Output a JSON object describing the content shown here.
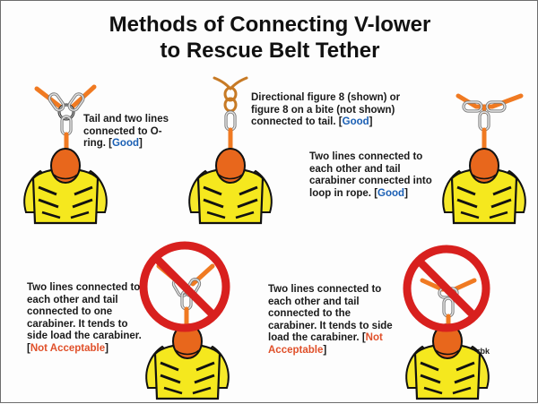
{
  "title": {
    "line1": "Methods of Connecting V-lower",
    "line2": "to Rescue Belt Tether"
  },
  "panels": [
    {
      "text": "Tail and two lines connected to O-ring.",
      "rating": "Good",
      "rating_color": "#1a5fb4"
    },
    {
      "text": "Directional figure 8 (shown) or figure 8 on a bite (not shown) connected to tail.",
      "rating": "Good",
      "rating_color": "#1a5fb4"
    },
    {
      "text": "Two lines connected to each other and tail carabiner connected into loop in rope.",
      "rating": "Good",
      "rating_color": "#1a5fb4"
    },
    {
      "text": "Two lines connected to each other and tail connected to one carabiner. It tends to side load the carabiner.",
      "rating": "Not Acceptable",
      "rating_color": "#e0502a"
    },
    {
      "text": "Two lines connected to each other and tail connected to the carabiner. It tends to side load the carabiner.",
      "rating": "Not Acceptable",
      "rating_color": "#e0502a"
    }
  ],
  "signature": "rbk",
  "colors": {
    "rope": "#f07a22",
    "helmet": "#e8671c",
    "vest": "#f5e81e",
    "prohibition": "#d8201e",
    "metal": "#c9c9c9"
  }
}
